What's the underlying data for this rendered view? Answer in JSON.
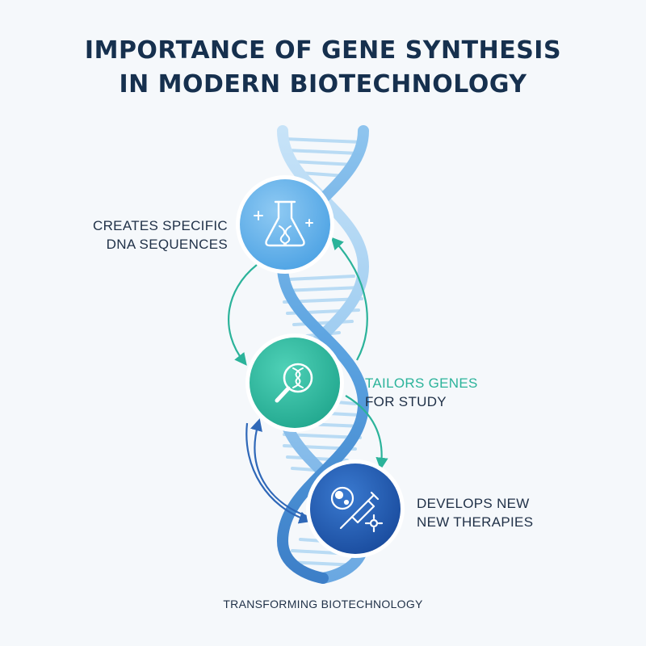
{
  "title": {
    "line1": "IMPORTANCE OF GENE SYNTHESIS",
    "line2": "IN MODERN BIOTECHNOLOGY"
  },
  "steps": [
    {
      "line1": "CREATES SPECIFIC",
      "line2": "DNA SEQUENCES",
      "icon": "flask-dna-icon",
      "color": "#5aaee8"
    },
    {
      "line1": "TAILORS GENES",
      "line2": "FOR STUDY",
      "icon": "magnifier-dna-icon",
      "color": "#2bb39a"
    },
    {
      "line1": "DEVELOPS NEW",
      "line2": "NEW THERAPIES",
      "icon": "syringe-cell-icon",
      "color": "#1f59b0"
    }
  ],
  "footer": "TRANSFORMING BIOTECHNOLOGY",
  "colors": {
    "title": "#16304e",
    "helix_light": "#a9d3f2",
    "helix_dark": "#4d94d6",
    "teal": "#2bb39a",
    "navy": "#1f59b0"
  }
}
